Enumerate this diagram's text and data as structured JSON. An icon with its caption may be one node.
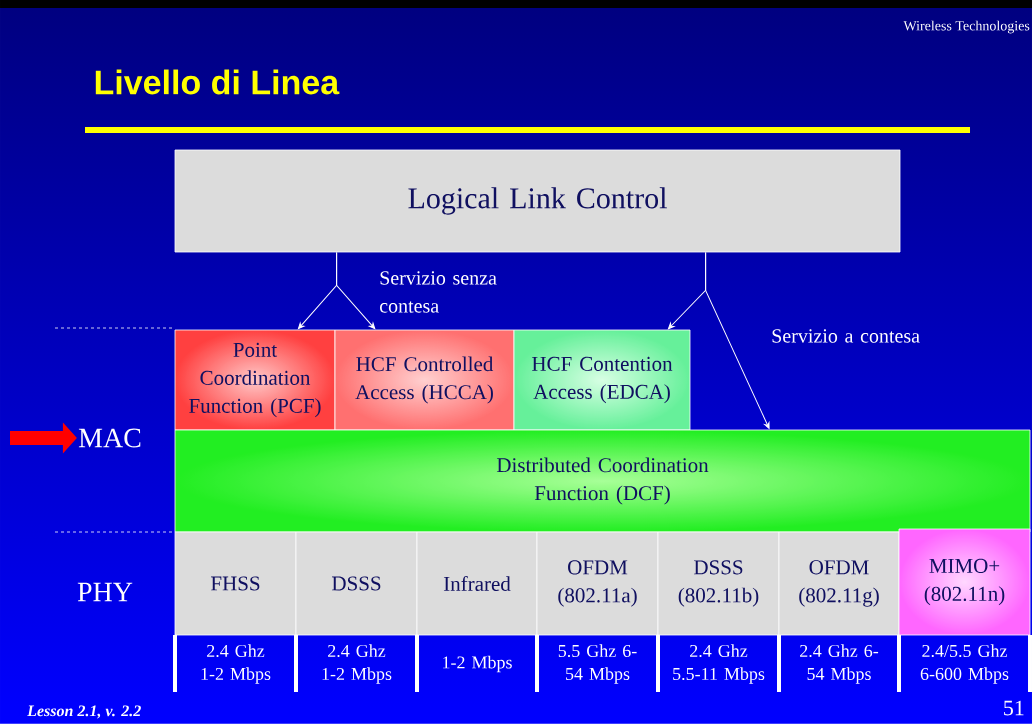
{
  "diagram": {
    "title": "Livello di Linea",
    "nodes": [
      {
        "text": [
          "Logical Link Control"
        ]
      },
      {
        "text": [
          "Point Coordination Function (PCF)"
        ]
      },
      {
        "text": [
          "HCF Controlled Access (HCCA)"
        ]
      },
      {
        "text": [
          "HCF Contention Access (EDCA)"
        ]
      },
      {
        "text": [
          "Distributed Coordination Function (DCF)"
        ]
      },
      {
        "text": [
          "FHSS"
        ]
      },
      {
        "text": [
          "DSSS"
        ]
      },
      {
        "text": [
          "Infrared"
        ]
      },
      {
        "text": [
          "OFDM (802.11a)"
        ]
      },
      {
        "text": [
          "DSSS (802.11b)"
        ]
      },
      {
        "text": [
          "OFDM (802.11g)"
        ]
      },
      {
        "text": [
          "MIMO+ (802.11n)"
        ]
      },
      {
        "text": [
          "MAC"
        ]
      }
    ],
    "edges": [
      {
        "from": 0,
        "to": 1,
        "arrow": "to"
      },
      {
        "from": 0,
        "to": 2,
        "arrow": "to",
        "label": "Servizio senza contesa"
      },
      {
        "from": 0,
        "to": 3,
        "arrow": "to"
      },
      {
        "from": 0,
        "to": 4,
        "arrow": "to",
        "label": "Servizio a contesa"
      },
      {
        "from": null,
        "to": 12,
        "arrow": "to",
        "style": "thick",
        "color": "#ff0000"
      }
    ],
    "labels": [
      "Wireless Technologies",
      "PHY",
      "2.4 Ghz 1-2 Mbps",
      "2.4 Ghz 1-2 Mbps",
      "1-2 Mbps",
      "5.5 Ghz 6- 54 Mbps",
      "2.4 Ghz 5.5-11 Mbps",
      "2.4 Ghz 6- 54 Mbps",
      "2.4/5.5 Ghz 6-600 Mbps",
      "Lesson 2.1, v. 2.2",
      "51"
    ]
  }
}
